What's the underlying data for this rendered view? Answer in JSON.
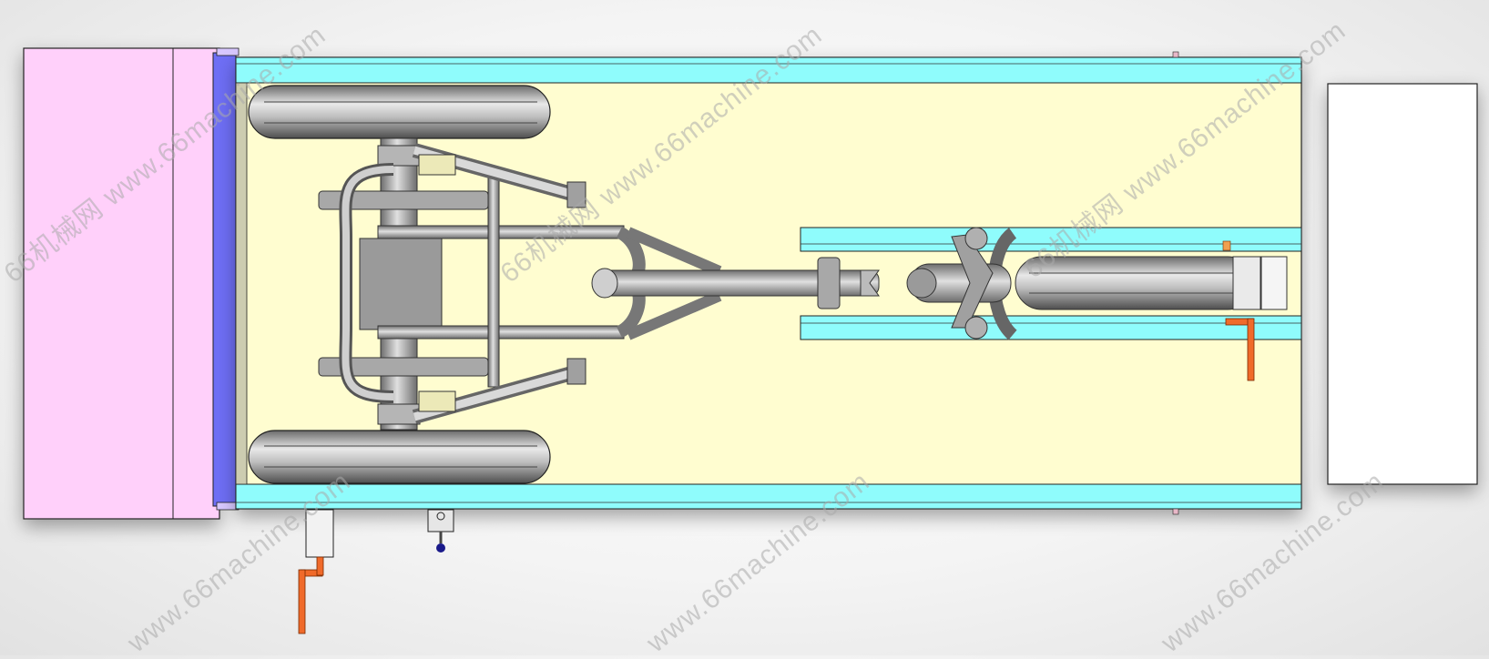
{
  "image": {
    "subject": "cad-top-view-of-aircraft-landing-gear-test-rig",
    "colors": {
      "pink_block": "#ffd0fa",
      "blue_plate": "#6e6ef5",
      "cyan_rail": "#8ffcfc",
      "bed": "#fffdd0",
      "frame_gray": "#9a9a9a",
      "orange_handle": "#f06a2a",
      "white_panel": "#ffffff"
    }
  },
  "watermarks": [
    {
      "text": "66机械网 www.66machine.com"
    },
    {
      "text": "66机械网 www.66machine.com"
    },
    {
      "text": "66机械网 www.66machine.com"
    },
    {
      "text": "www.66machine.com"
    },
    {
      "text": "www.66machine.com"
    },
    {
      "text": "www.66machine.com"
    }
  ]
}
